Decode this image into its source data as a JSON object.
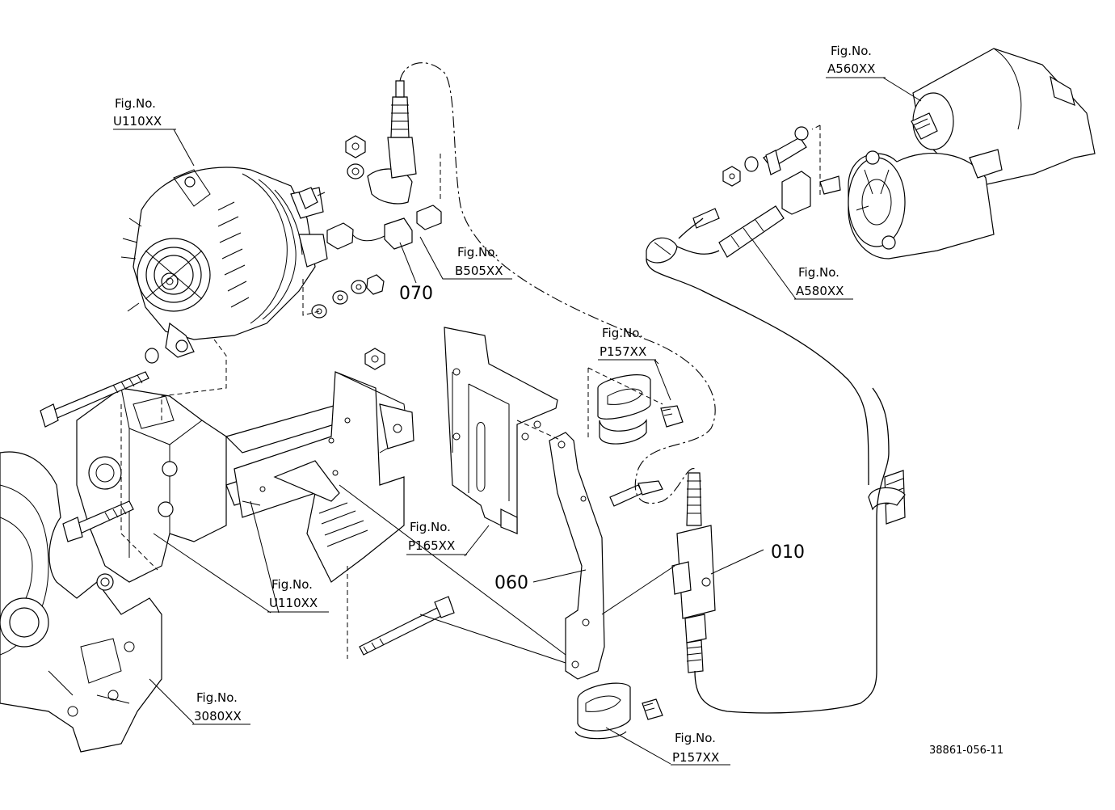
{
  "callouts": [
    {
      "id": "ref-u110-top",
      "line1": "Fig.No.",
      "line2": "U110XX"
    },
    {
      "id": "ref-a560",
      "line1": "Fig.No.",
      "line2": "A560XX"
    },
    {
      "id": "ref-b505",
      "line1": "Fig.No.",
      "line2": "B505XX"
    },
    {
      "id": "ref-a580",
      "line1": "Fig.No.",
      "line2": "A580XX"
    },
    {
      "id": "ref-p157-top",
      "line1": "Fig.No.",
      "line2": "P157XX"
    },
    {
      "id": "ref-p165",
      "line1": "Fig.No.",
      "line2": "P165XX"
    },
    {
      "id": "ref-u110-mid",
      "line1": "Fig.No.",
      "line2": "U110XX"
    },
    {
      "id": "ref-3080",
      "line1": "Fig.No.",
      "line2": "3080XX"
    },
    {
      "id": "ref-p157-bottom",
      "line1": "Fig.No.",
      "line2": "P157XX"
    }
  ],
  "part_numbers": {
    "p070": "070",
    "p010": "010",
    "p060": "060"
  },
  "drawing_code": "38861-056-11"
}
